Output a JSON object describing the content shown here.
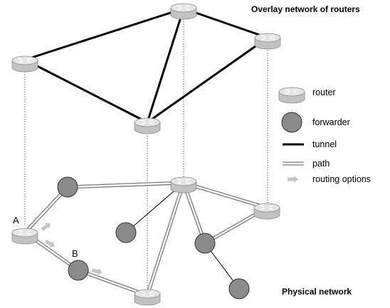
{
  "titles": {
    "overlay": "Overlay network of routers",
    "physical": "Physical network"
  },
  "node_labels": {
    "a": "A",
    "b": "B"
  },
  "legend": {
    "router": "router",
    "forwarder": "forwarder",
    "tunnel": "tunnel",
    "path": "path",
    "routing_options": "routing options"
  },
  "colors": {
    "router_body": "#c2c2c2",
    "router_top": "#e4e4e4",
    "forwarder": "#8a8a8a",
    "tunnel": "#000000",
    "arrow": "#c4c4c4"
  }
}
